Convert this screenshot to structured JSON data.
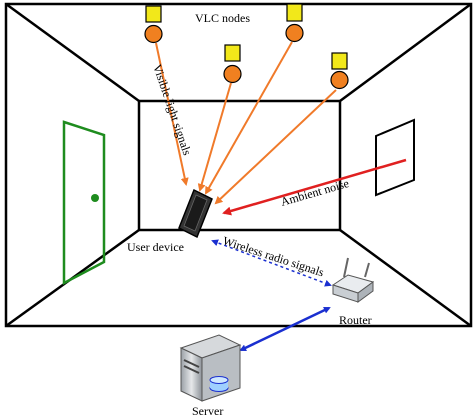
{
  "labels": {
    "vlc_nodes": "VLC nodes",
    "visible_light": "Visible light signals",
    "ambient_noise": "Ambient noise",
    "user_device": "User device",
    "wireless_radio": "Wireless radio signals",
    "router": "Router",
    "server": "Server"
  },
  "colors": {
    "lamp_body": "#F2E81A",
    "lamp_head": "#F08020",
    "light_ray": "#F07A2A",
    "noise_ray": "#E02020",
    "link": "#1A2FD0",
    "door": "#1E8C1E",
    "window": "#000000",
    "room": "#000000"
  },
  "icons": {
    "lamp": "vlc-lamp-icon",
    "device": "tablet-icon",
    "router": "router-icon",
    "server": "server-icon"
  }
}
